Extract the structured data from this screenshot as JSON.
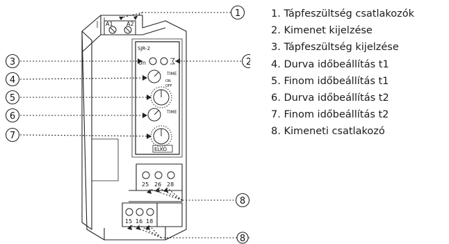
{
  "device": {
    "model": "SJR-2",
    "brand": "ELKO",
    "terminals_top": [
      "A1",
      "A2"
    ],
    "led_labels": [
      "Un"
    ],
    "knob_label_time1": "TIME",
    "knob_label_time2": "TIME",
    "knob_mode": [
      "ON",
      "OFF"
    ],
    "terminals_mid": [
      "25",
      "26",
      "28"
    ],
    "terminals_bottom": [
      "15",
      "16",
      "18"
    ]
  },
  "callouts": [
    "1",
    "2",
    "3",
    "4",
    "5",
    "6",
    "7",
    "8",
    "8"
  ],
  "legend": [
    "1. Tápfeszültség csatlakozók",
    "2. Kimenet kijelzése",
    "3. Tápfeszültség kijelzése",
    "4. Durva időbeállítás t1",
    "5. Finom időbeállítás t1",
    "6. Durva időbeállítás t2",
    "7. Finom időbeállítás t2",
    "8. Kimeneti csatlakozó"
  ]
}
